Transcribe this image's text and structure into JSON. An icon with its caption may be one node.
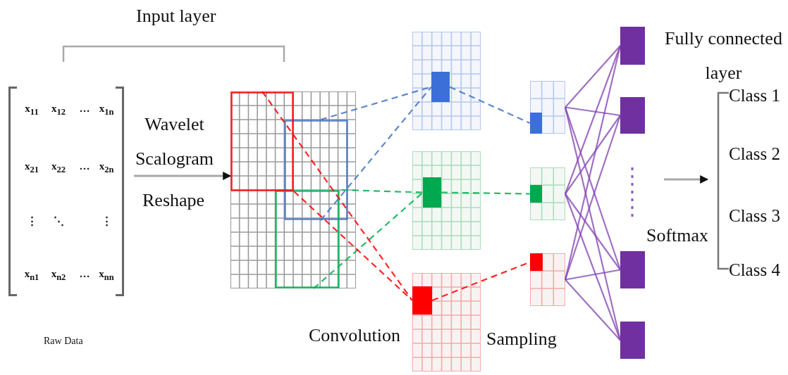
{
  "diagram": {
    "nodes": [
      {
        "text": [
          "x$_{11}$",
          "x$_{12}$",
          "…",
          "x$_{1n}$",
          "x$_{21}$",
          "x$_{22}$",
          "…",
          "x$_{2n}$",
          "⋮",
          "⋱",
          "⋮",
          "x$_{n1}$",
          "x$_{n2}$",
          "…",
          "x$_{nn}$"
        ]
      },
      {
        "text": [],
        "shape": "box"
      },
      {
        "text": [],
        "shape": "box"
      },
      {
        "text": [],
        "shape": "box"
      },
      {
        "text": [],
        "shape": "box"
      },
      {
        "text": [],
        "shape": "box"
      },
      {
        "text": [],
        "shape": "box"
      },
      {
        "text": [],
        "shape": "box"
      },
      {
        "text": [],
        "shape": "box"
      },
      {
        "text": [],
        "shape": "box"
      },
      {
        "text": [],
        "shape": "box"
      },
      {
        "text": [],
        "shape": "box"
      },
      {
        "text": [
          "Class 1",
          "Class 2",
          "Class 3",
          "Class 4"
        ]
      }
    ],
    "edges": [
      {
        "from": 0,
        "to": 1,
        "arrow": "to",
        "color": "#9a9a9a"
      },
      {
        "from": 1,
        "to": 2,
        "arrow": "none",
        "style": "dashed",
        "color": "#4472c4"
      },
      {
        "from": 1,
        "to": 3,
        "arrow": "none",
        "style": "dashed",
        "color": "#00b050"
      },
      {
        "from": 1,
        "to": 4,
        "arrow": "none",
        "style": "dashed",
        "color": "#ff0000"
      },
      {
        "from": 2,
        "to": 5,
        "arrow": "none",
        "style": "dashed",
        "color": "#4472c4"
      },
      {
        "from": 3,
        "to": 6,
        "arrow": "none",
        "style": "dashed",
        "color": "#00b050"
      },
      {
        "from": 4,
        "to": 7,
        "arrow": "none",
        "style": "dashed",
        "color": "#ff0000"
      },
      {
        "from": 5,
        "to": 8,
        "arrow": "none"
      },
      {
        "from": 5,
        "to": 9,
        "arrow": "none"
      },
      {
        "from": 5,
        "to": 10,
        "arrow": "none"
      },
      {
        "from": 5,
        "to": 11,
        "arrow": "none"
      },
      {
        "from": 6,
        "to": 8,
        "arrow": "none"
      },
      {
        "from": 6,
        "to": 9,
        "arrow": "none"
      },
      {
        "from": 6,
        "to": 10,
        "arrow": "none"
      },
      {
        "from": 6,
        "to": 11,
        "arrow": "none"
      },
      {
        "from": 7,
        "to": 8,
        "arrow": "none"
      },
      {
        "from": 7,
        "to": 9,
        "arrow": "none"
      },
      {
        "from": 7,
        "to": 10,
        "arrow": "none"
      },
      {
        "from": 7,
        "to": 11,
        "arrow": "none"
      },
      {
        "from": null,
        "to": 12,
        "arrow": "to",
        "color": "#9a9a9a"
      }
    ],
    "labels": [
      "Raw Data",
      "Input layer",
      "Wavelet Scalogram",
      "Reshape",
      "Fully connected layer",
      "Convolution",
      "Sampling",
      "Softmax"
    ]
  }
}
